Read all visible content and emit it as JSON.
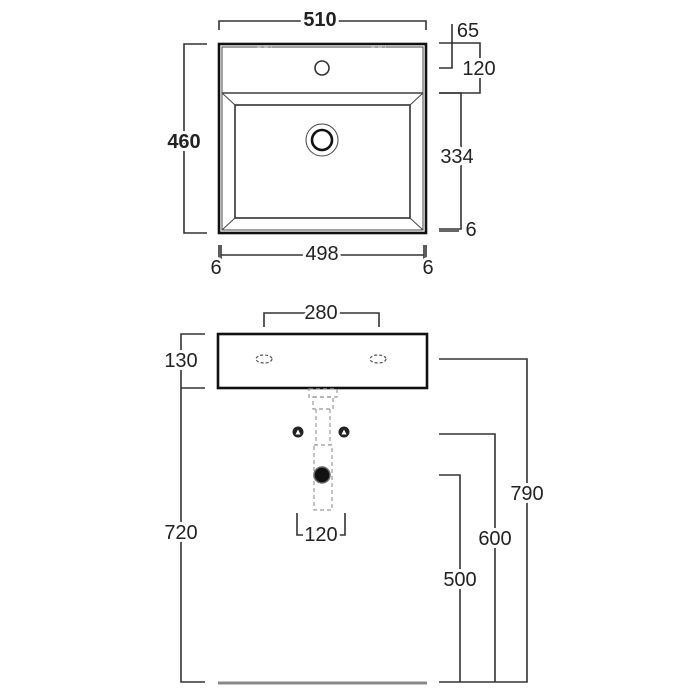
{
  "top_view": {
    "overall_width": "510",
    "overall_depth": "460",
    "tap_deck_offset": "65",
    "tap_deck_depth": "120",
    "basin_depth": "334",
    "rim_front": "6",
    "basin_width": "498",
    "rim_left": "6",
    "rim_right": "6"
  },
  "front_view": {
    "tap_spacing": "280",
    "basin_height": "130",
    "rim_height": "720",
    "tap_height": "790",
    "supply_height": "600",
    "waste_height": "500",
    "supply_spacing": "120"
  }
}
